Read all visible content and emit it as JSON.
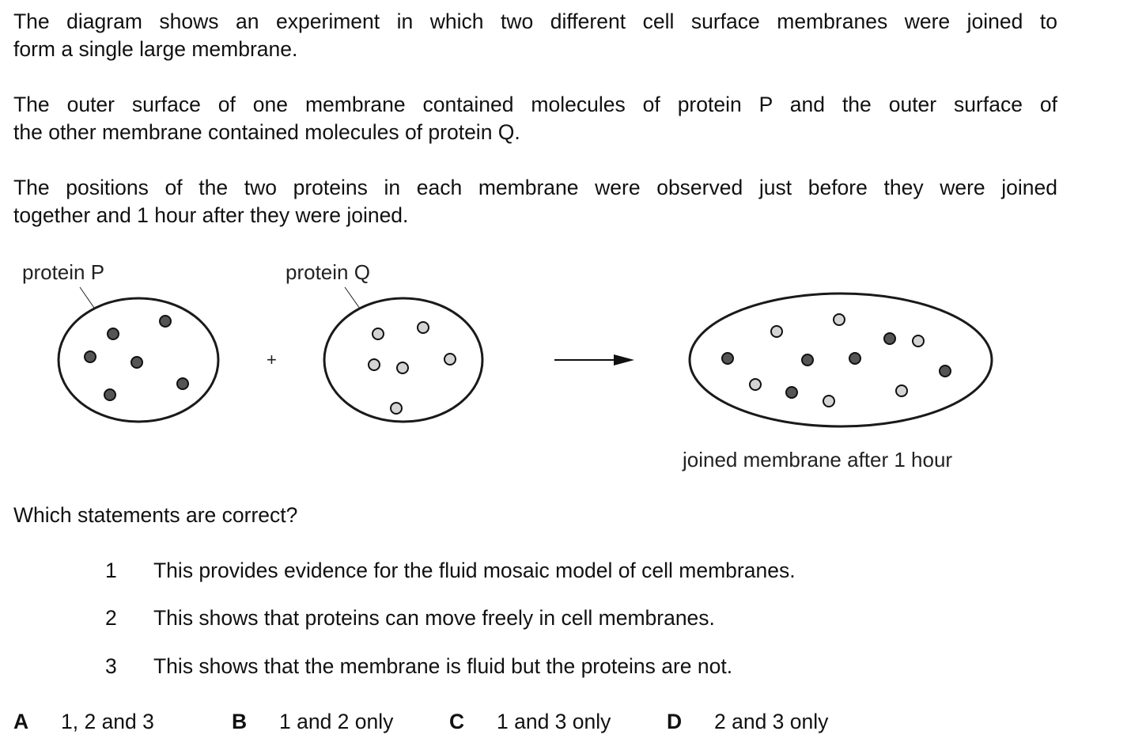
{
  "intro": {
    "p1": [
      "The diagram shows an experiment in which two different cell surface membranes were joined to",
      "form a single large membrane."
    ],
    "p2": [
      "The outer surface of one membrane contained molecules of protein P and the outer surface of",
      "the other membrane contained molecules of protein Q."
    ],
    "p3": [
      "The positions of the two proteins in each membrane were observed just before they were joined",
      "together and 1 hour after they were joined."
    ]
  },
  "diagram": {
    "label_p": "protein P",
    "label_q": "protein Q",
    "plus": "+",
    "caption": "joined membrane after 1 hour",
    "colors": {
      "protein_p": "#555555",
      "protein_q": "#d4d4d4",
      "outline": "#1a1a1a"
    }
  },
  "question": "Which statements are correct?",
  "statements": [
    {
      "num": "1",
      "text": "This provides evidence for the fluid mosaic model of cell membranes."
    },
    {
      "num": "2",
      "text": "This shows that proteins can move freely in cell membranes."
    },
    {
      "num": "3",
      "text": "This shows that the membrane is fluid but the proteins are not."
    }
  ],
  "options": [
    {
      "letter": "A",
      "text": "1, 2 and 3"
    },
    {
      "letter": "B",
      "text": "1 and 2 only"
    },
    {
      "letter": "C",
      "text": "1 and 3 only"
    },
    {
      "letter": "D",
      "text": "2 and 3 only"
    }
  ]
}
